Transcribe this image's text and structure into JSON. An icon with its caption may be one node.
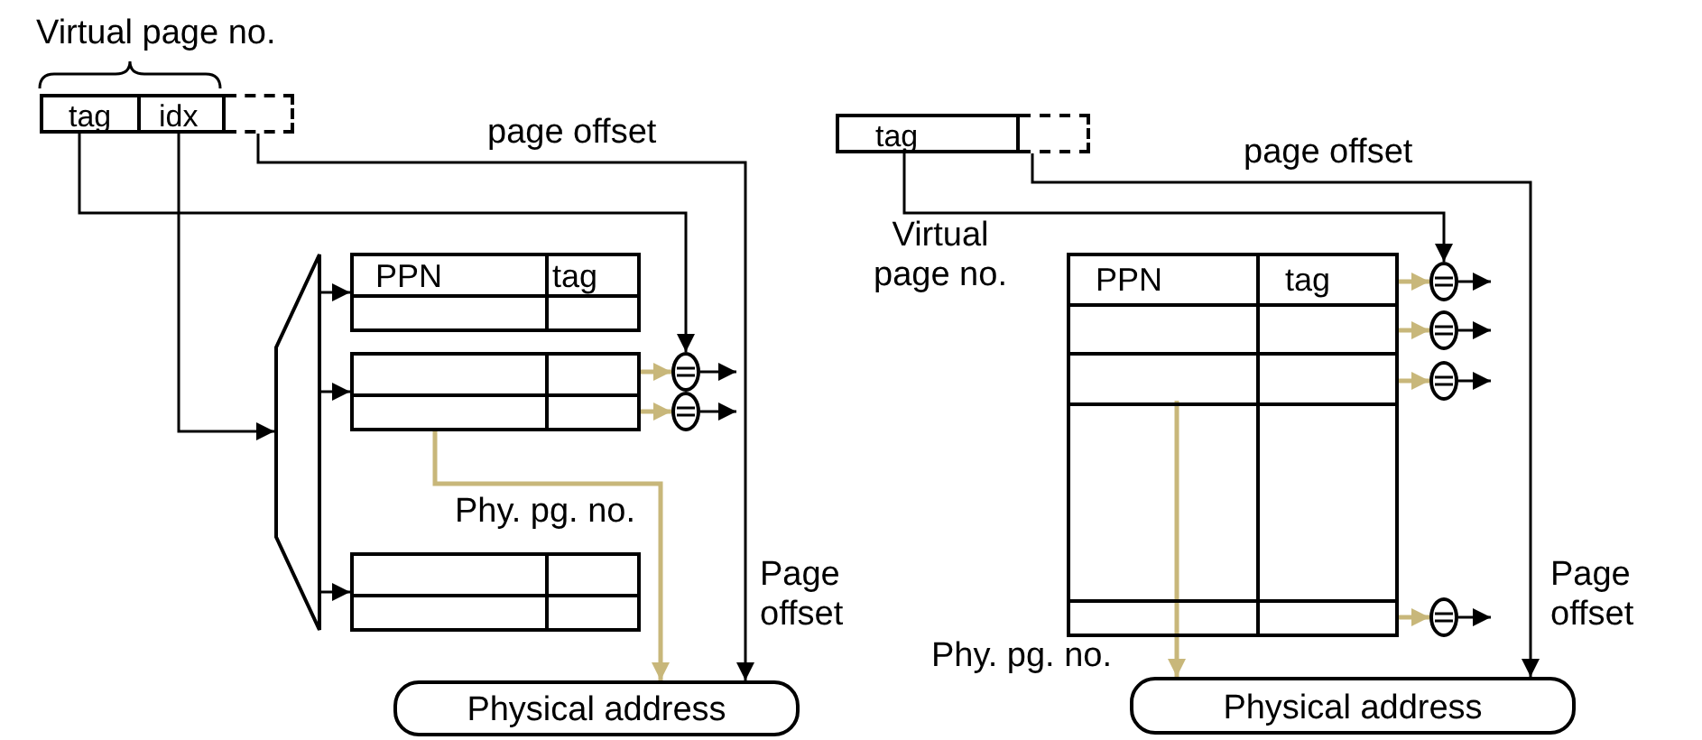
{
  "diagram": {
    "nodes": [
      {
        "text": [
          "tag"
        ]
      },
      {
        "text": [
          "idx"
        ]
      },
      {
        "text": [],
        "shape": "box"
      },
      {
        "text": [],
        "shape": "trapezoid"
      },
      {
        "text": [
          "PPN",
          "tag"
        ]
      },
      {
        "text": [],
        "shape": "box"
      },
      {
        "text": [],
        "shape": "box"
      },
      {
        "text": [],
        "shape": "circle"
      },
      {
        "text": [],
        "shape": "circle"
      },
      {
        "text": [
          "Physical address"
        ]
      },
      {
        "text": [
          "tag"
        ]
      },
      {
        "text": [],
        "shape": "box"
      },
      {
        "text": [
          "PPN",
          "tag"
        ]
      },
      {
        "text": [],
        "shape": "circle"
      },
      {
        "text": [],
        "shape": "circle"
      },
      {
        "text": [],
        "shape": "circle"
      },
      {
        "text": [],
        "shape": "circle"
      },
      {
        "text": [
          "Physical address"
        ]
      }
    ],
    "edges": [
      {
        "from": 0,
        "to": 7,
        "arrow": "to"
      },
      {
        "from": 1,
        "to": 3,
        "arrow": "to"
      },
      {
        "from": 2,
        "to": 9,
        "arrow": "to",
        "label": "page offset"
      },
      {
        "from": 3,
        "to": 4,
        "arrow": "to"
      },
      {
        "from": 3,
        "to": 5,
        "arrow": "to"
      },
      {
        "from": 3,
        "to": 6,
        "arrow": "to"
      },
      {
        "from": 5,
        "to": 7,
        "arrow": "to",
        "color": "#c8b77a"
      },
      {
        "from": 5,
        "to": 8,
        "arrow": "to",
        "color": "#c8b77a"
      },
      {
        "from": 7,
        "to": null,
        "arrow": "to"
      },
      {
        "from": 8,
        "to": null,
        "arrow": "to"
      },
      {
        "from": 5,
        "to": 9,
        "arrow": "to",
        "label": "Phy. pg. no.",
        "color": "#c8b77a"
      },
      {
        "from": 10,
        "to": 13,
        "arrow": "to"
      },
      {
        "from": 11,
        "to": 17,
        "arrow": "to",
        "label": "page offset"
      },
      {
        "from": 12,
        "to": 13,
        "arrow": "to",
        "color": "#c8b77a"
      },
      {
        "from": 12,
        "to": 14,
        "arrow": "to",
        "color": "#c8b77a"
      },
      {
        "from": 12,
        "to": 15,
        "arrow": "to",
        "color": "#c8b77a"
      },
      {
        "from": 12,
        "to": 16,
        "arrow": "to",
        "color": "#c8b77a"
      },
      {
        "from": 13,
        "to": null,
        "arrow": "to"
      },
      {
        "from": 14,
        "to": null,
        "arrow": "to"
      },
      {
        "from": 15,
        "to": null,
        "arrow": "to"
      },
      {
        "from": 16,
        "to": null,
        "arrow": "to"
      },
      {
        "from": 12,
        "to": 17,
        "arrow": "to",
        "label": "Phy. pg. no.",
        "color": "#c8b77a"
      }
    ],
    "labels": [
      "Virtual page no.",
      "Virtual page no.",
      "Page offset",
      "Page offset"
    ]
  }
}
